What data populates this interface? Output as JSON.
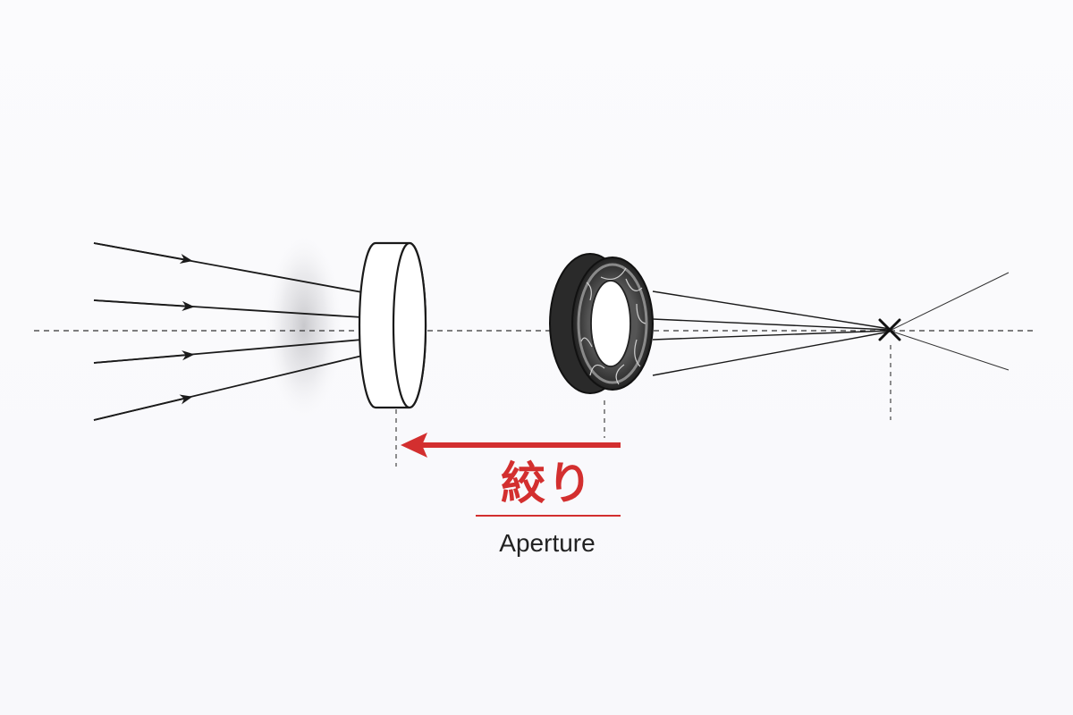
{
  "labels": {
    "aperture_ja": "絞り",
    "aperture_en": "Aperture"
  },
  "colors": {
    "accent": "#d32f2f",
    "line": "#1a1a1a",
    "aperture_body": "#3a3a3a",
    "aperture_rim": "#7a7a7a",
    "background": "#fbfbfd"
  },
  "elements": {
    "incoming_rays": 4,
    "converging_rays": 4,
    "lens": "convex-lens",
    "aperture": "aperture-ring",
    "focal_point": "cross-marker",
    "arrow_direction": "left"
  }
}
